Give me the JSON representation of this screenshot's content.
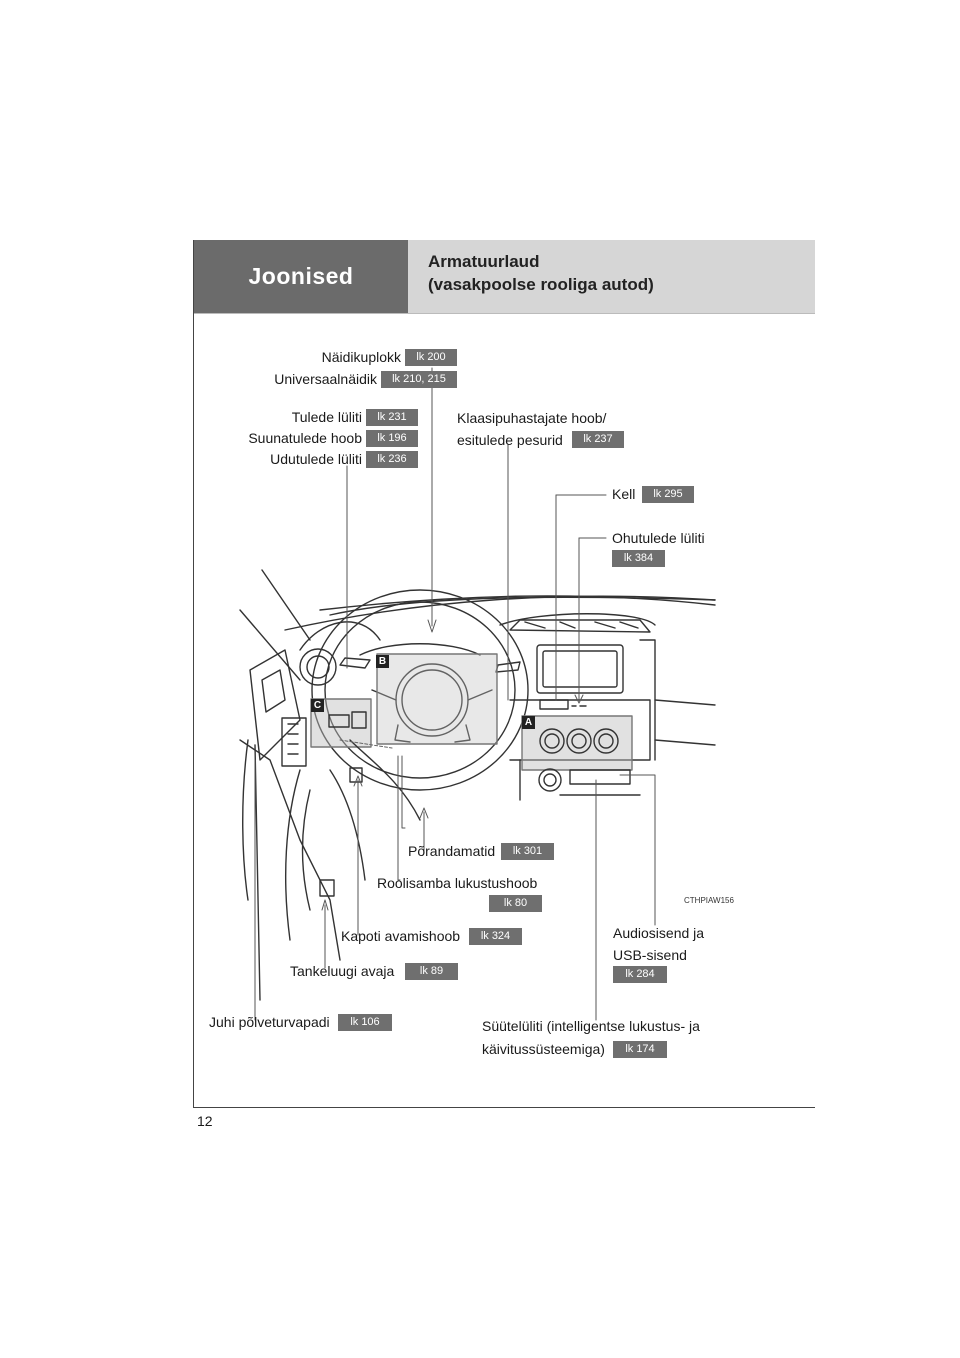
{
  "header": {
    "section": "Joonised",
    "title_line1": "Armatuurlaud",
    "title_line2": "(vasakpoolse rooliga autod)"
  },
  "page_number": "12",
  "image_code": "CTHPIAW156",
  "markers": {
    "a": "A",
    "b": "B",
    "c": "C"
  },
  "labels": {
    "naidikuplokk": "Näidikuplokk",
    "naidikuplokk_ref": "lk 200",
    "universaal": "Universaalnäidik",
    "universaal_ref": "lk 210, 215",
    "tulede": "Tulede lüliti",
    "tulede_ref": "lk 231",
    "suunatulede": "Suunatulede hoob",
    "suunatulede_ref": "lk 196",
    "udutulede": "Udutulede lüliti",
    "udutulede_ref": "lk 236",
    "klaasipuhastajate_1": "Klaasipuhastajate hoob/",
    "klaasipuhastajate_2": "esitulede pesurid",
    "klaasipuhastajate_ref": "lk 237",
    "kell": "Kell",
    "kell_ref": "lk 295",
    "ohutulede": "Ohutulede lüliti",
    "ohutulede_ref": "lk 384",
    "porandamatid": "Põrandamatid",
    "porandamatid_ref": "lk 301",
    "roolisamba": "Roolisamba lukustushoob",
    "roolisamba_ref": "lk 80",
    "kapoti": "Kapoti avamishoob",
    "kapoti_ref": "lk 324",
    "tankeluugi": "Tankeluugi avaja",
    "tankeluugi_ref": "lk 89",
    "juhi": "Juhi põlveturvapadi",
    "juhi_ref": "lk 106",
    "audio_1": "Audiosisend ja",
    "audio_2": "USB-sisend",
    "audio_ref": "lk 284",
    "syyte_1": "Süütelüliti (intelligentse lukustus- ja",
    "syyte_2": "käivitussüsteemiga)",
    "syyte_ref": "lk 174"
  }
}
